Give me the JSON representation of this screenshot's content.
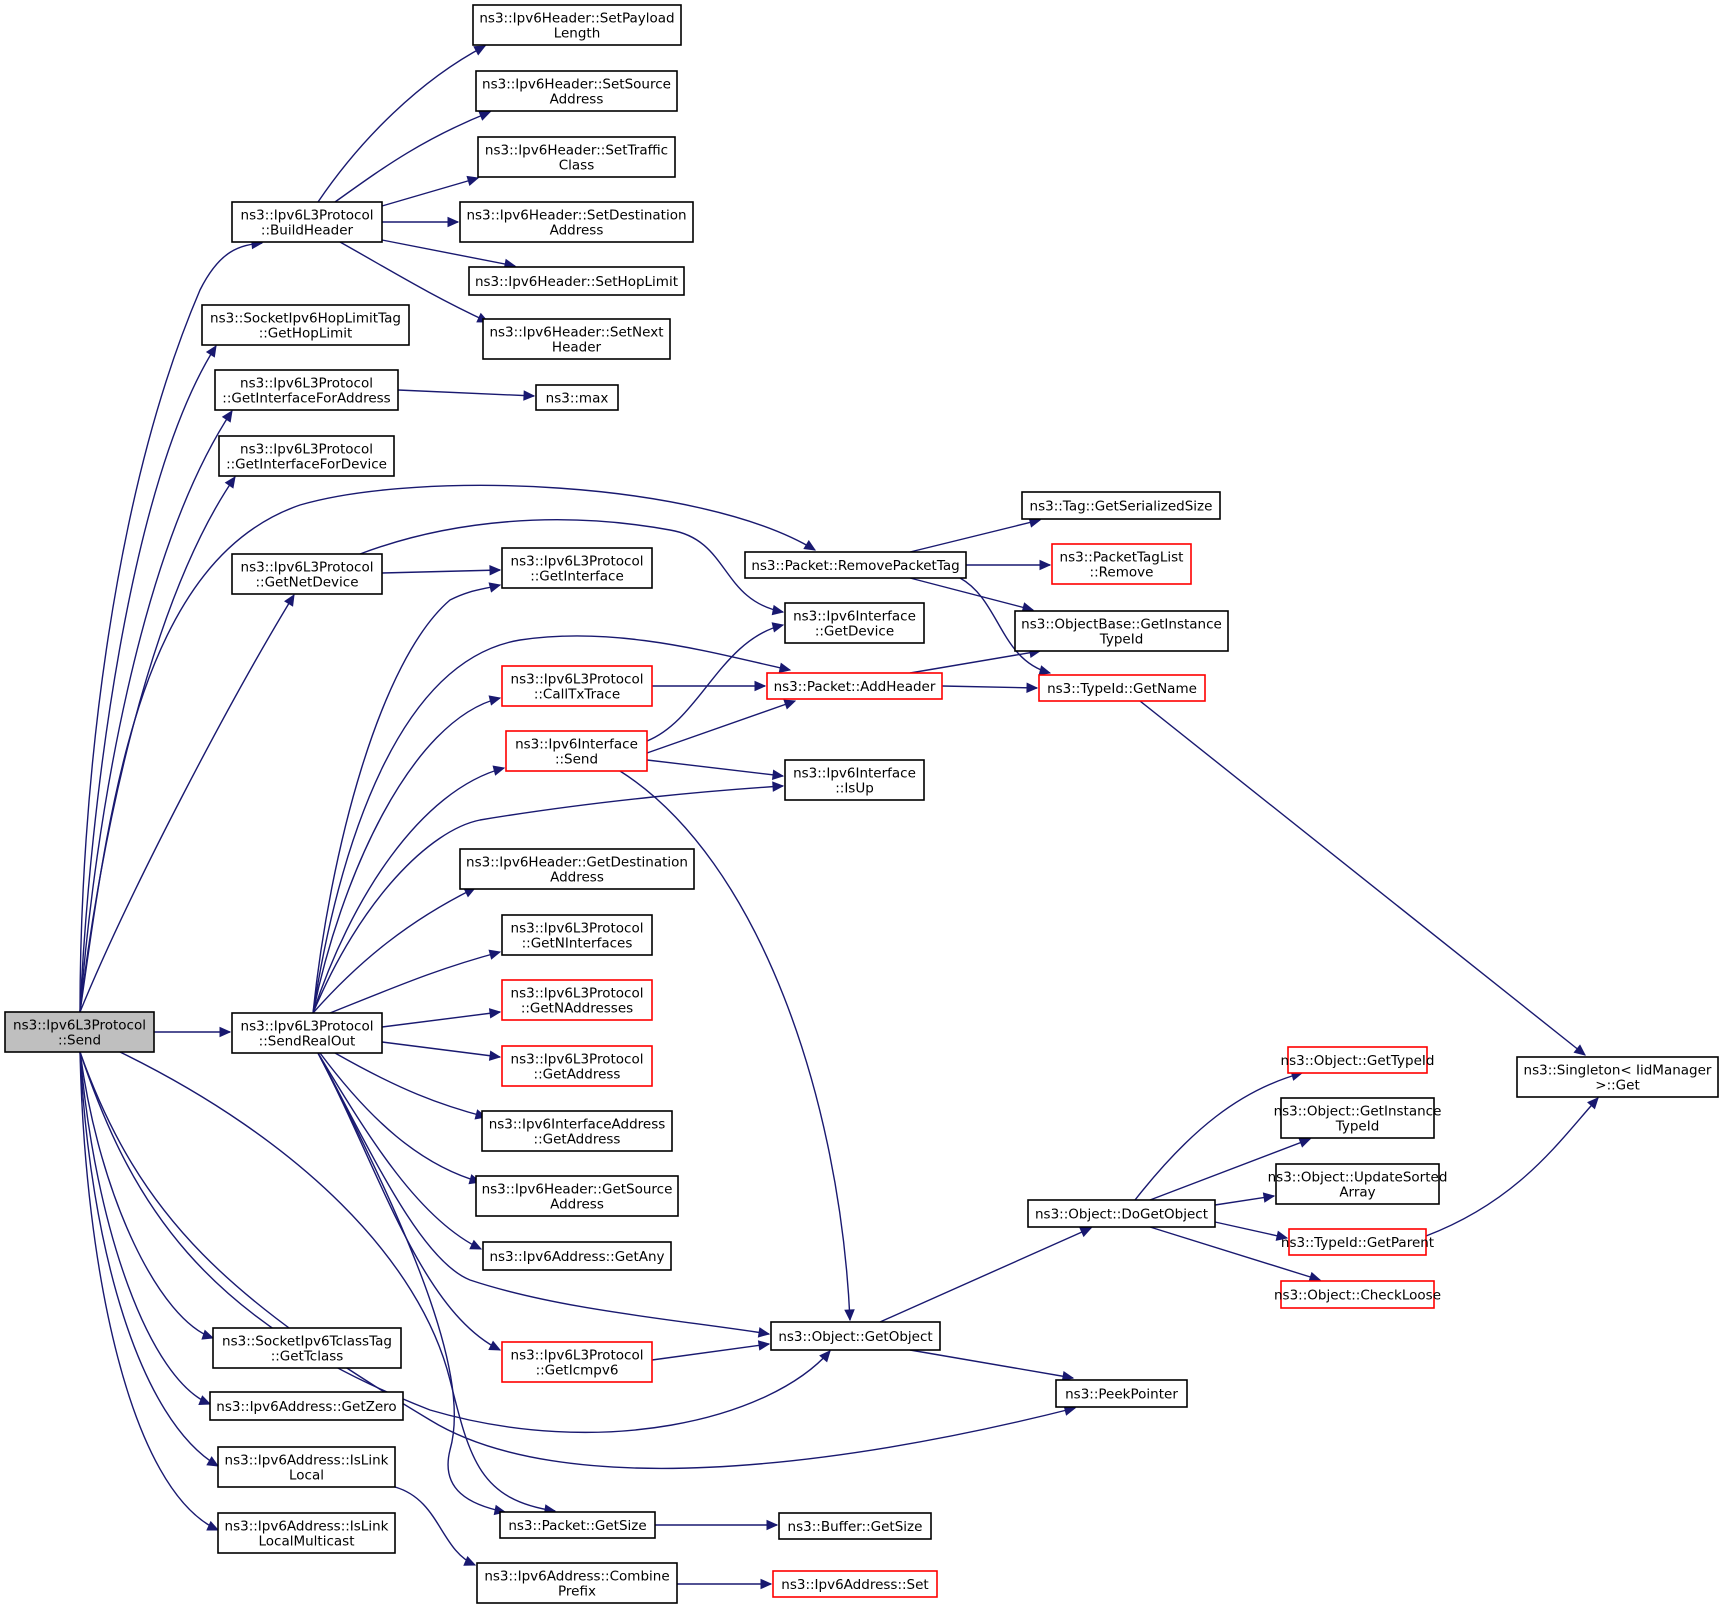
{
  "graph": {
    "nodes": {
      "send": {
        "lines": [
          "ns3::Ipv6L3Protocol",
          "::Send"
        ],
        "style": "root"
      },
      "buildHeader": {
        "lines": [
          "ns3::Ipv6L3Protocol",
          "::BuildHeader"
        ]
      },
      "getHopLimitTag": {
        "lines": [
          "ns3::SocketIpv6HopLimitTag",
          "::GetHopLimit"
        ]
      },
      "getIfForAddr": {
        "lines": [
          "ns3::Ipv6L3Protocol",
          "::GetInterfaceForAddress"
        ]
      },
      "getIfForDev": {
        "lines": [
          "ns3::Ipv6L3Protocol",
          "::GetInterfaceForDevice"
        ]
      },
      "getNetDevice": {
        "lines": [
          "ns3::Ipv6L3Protocol",
          "::GetNetDevice"
        ]
      },
      "sendRealOut": {
        "lines": [
          "ns3::Ipv6L3Protocol",
          "::SendRealOut"
        ]
      },
      "getTclass": {
        "lines": [
          "ns3::SocketIpv6TclassTag",
          "::GetTclass"
        ]
      },
      "getZero": {
        "lines": [
          "ns3::Ipv6Address::GetZero"
        ]
      },
      "isLinkLocal": {
        "lines": [
          "ns3::Ipv6Address::IsLink",
          "Local"
        ]
      },
      "isLinkLocalMc": {
        "lines": [
          "ns3::Ipv6Address::IsLink",
          "LocalMulticast"
        ]
      },
      "setPayloadLength": {
        "lines": [
          "ns3::Ipv6Header::SetPayload",
          "Length"
        ]
      },
      "setSourceAddress": {
        "lines": [
          "ns3::Ipv6Header::SetSource",
          "Address"
        ]
      },
      "setTrafficClass": {
        "lines": [
          "ns3::Ipv6Header::SetTraffic",
          "Class"
        ]
      },
      "setDestAddress": {
        "lines": [
          "ns3::Ipv6Header::SetDestination",
          "Address"
        ]
      },
      "setHopLimit": {
        "lines": [
          "ns3::Ipv6Header::SetHopLimit"
        ]
      },
      "setNextHeader": {
        "lines": [
          "ns3::Ipv6Header::SetNext",
          "Header"
        ]
      },
      "max": {
        "lines": [
          "ns3::max"
        ]
      },
      "getInterface": {
        "lines": [
          "ns3::Ipv6L3Protocol",
          "::GetInterface"
        ]
      },
      "callTxTrace": {
        "lines": [
          "ns3::Ipv6L3Protocol",
          "::CallTxTrace"
        ],
        "style": "red"
      },
      "ifSend": {
        "lines": [
          "ns3::Ipv6Interface",
          "::Send"
        ],
        "style": "red"
      },
      "getDestAddress": {
        "lines": [
          "ns3::Ipv6Header::GetDestination",
          "Address"
        ]
      },
      "getNInterfaces": {
        "lines": [
          "ns3::Ipv6L3Protocol",
          "::GetNInterfaces"
        ]
      },
      "getNAddresses": {
        "lines": [
          "ns3::Ipv6L3Protocol",
          "::GetNAddresses"
        ],
        "style": "red"
      },
      "l3GetAddress": {
        "lines": [
          "ns3::Ipv6L3Protocol",
          "::GetAddress"
        ],
        "style": "red"
      },
      "ifaGetAddress": {
        "lines": [
          "ns3::Ipv6InterfaceAddress",
          "::GetAddress"
        ]
      },
      "getSourceAddress": {
        "lines": [
          "ns3::Ipv6Header::GetSource",
          "Address"
        ]
      },
      "getAny": {
        "lines": [
          "ns3::Ipv6Address::GetAny"
        ]
      },
      "getIcmpv6": {
        "lines": [
          "ns3::Ipv6L3Protocol",
          "::GetIcmpv6"
        ],
        "style": "red"
      },
      "packetGetSize": {
        "lines": [
          "ns3::Packet::GetSize"
        ]
      },
      "combinePrefix": {
        "lines": [
          "ns3::Ipv6Address::Combine",
          "Prefix"
        ]
      },
      "removePacketTag": {
        "lines": [
          "ns3::Packet::RemovePacketTag"
        ]
      },
      "ifGetDevice": {
        "lines": [
          "ns3::Ipv6Interface",
          "::GetDevice"
        ]
      },
      "addHeader": {
        "lines": [
          "ns3::Packet::AddHeader"
        ],
        "style": "red"
      },
      "isUp": {
        "lines": [
          "ns3::Ipv6Interface",
          "::IsUp"
        ]
      },
      "getObject": {
        "lines": [
          "ns3::Object::GetObject"
        ]
      },
      "bufferGetSize": {
        "lines": [
          "ns3::Buffer::GetSize"
        ]
      },
      "addrSet": {
        "lines": [
          "ns3::Ipv6Address::Set"
        ],
        "style": "red"
      },
      "tagGetSerializedSize": {
        "lines": [
          "ns3::Tag::GetSerializedSize"
        ]
      },
      "tagListRemove": {
        "lines": [
          "ns3::PacketTagList",
          "::Remove"
        ],
        "style": "red"
      },
      "objectBaseGetInstanceTypeId": {
        "lines": [
          "ns3::ObjectBase::GetInstance",
          "TypeId"
        ]
      },
      "typeIdGetName": {
        "lines": [
          "ns3::TypeId::GetName"
        ],
        "style": "red"
      },
      "doGetObject": {
        "lines": [
          "ns3::Object::DoGetObject"
        ]
      },
      "peekPointer": {
        "lines": [
          "ns3::PeekPointer"
        ]
      },
      "objGetTypeId": {
        "lines": [
          "ns3::Object::GetTypeId"
        ],
        "style": "red"
      },
      "objGetInstanceTypeId": {
        "lines": [
          "ns3::Object::GetInstance",
          "TypeId"
        ]
      },
      "updateSortedArray": {
        "lines": [
          "ns3::Object::UpdateSorted",
          "Array"
        ]
      },
      "typeIdGetParent": {
        "lines": [
          "ns3::TypeId::GetParent"
        ],
        "style": "red"
      },
      "checkLoose": {
        "lines": [
          "ns3::Object::CheckLoose"
        ],
        "style": "red"
      },
      "singletonGet": {
        "lines": [
          "ns3::Singleton< IidManager",
          " >::Get"
        ]
      }
    },
    "edges": [
      [
        "send",
        "buildHeader"
      ],
      [
        "send",
        "getHopLimitTag"
      ],
      [
        "send",
        "getIfForAddr"
      ],
      [
        "send",
        "getIfForDev"
      ],
      [
        "send",
        "removePacketTag"
      ],
      [
        "send",
        "getNetDevice"
      ],
      [
        "send",
        "sendRealOut"
      ],
      [
        "send",
        "getObject"
      ],
      [
        "send",
        "packetGetSize"
      ],
      [
        "send",
        "peekPointer"
      ],
      [
        "send",
        "getTclass"
      ],
      [
        "send",
        "getZero"
      ],
      [
        "send",
        "isLinkLocal"
      ],
      [
        "send",
        "isLinkLocalMc"
      ],
      [
        "buildHeader",
        "setPayloadLength"
      ],
      [
        "buildHeader",
        "setSourceAddress"
      ],
      [
        "buildHeader",
        "setTrafficClass"
      ],
      [
        "buildHeader",
        "setDestAddress"
      ],
      [
        "buildHeader",
        "setHopLimit"
      ],
      [
        "buildHeader",
        "setNextHeader"
      ],
      [
        "getIfForAddr",
        "max"
      ],
      [
        "getNetDevice",
        "ifGetDevice"
      ],
      [
        "getNetDevice",
        "getInterface"
      ],
      [
        "sendRealOut",
        "getInterface"
      ],
      [
        "sendRealOut",
        "addHeader"
      ],
      [
        "sendRealOut",
        "callTxTrace"
      ],
      [
        "sendRealOut",
        "ifSend"
      ],
      [
        "sendRealOut",
        "isUp"
      ],
      [
        "sendRealOut",
        "getDestAddress"
      ],
      [
        "sendRealOut",
        "getNInterfaces"
      ],
      [
        "sendRealOut",
        "getNAddresses"
      ],
      [
        "sendRealOut",
        "l3GetAddress"
      ],
      [
        "sendRealOut",
        "ifaGetAddress"
      ],
      [
        "sendRealOut",
        "getSourceAddress"
      ],
      [
        "sendRealOut",
        "getAny"
      ],
      [
        "sendRealOut",
        "getObject"
      ],
      [
        "sendRealOut",
        "getIcmpv6"
      ],
      [
        "sendRealOut",
        "packetGetSize"
      ],
      [
        "isLinkLocal",
        "combinePrefix"
      ],
      [
        "callTxTrace",
        "addHeader"
      ],
      [
        "ifSend",
        "ifGetDevice"
      ],
      [
        "ifSend",
        "addHeader"
      ],
      [
        "ifSend",
        "isUp"
      ],
      [
        "ifSend",
        "getObject"
      ],
      [
        "getIcmpv6",
        "getObject"
      ],
      [
        "packetGetSize",
        "bufferGetSize"
      ],
      [
        "combinePrefix",
        "addrSet"
      ],
      [
        "removePacketTag",
        "tagGetSerializedSize"
      ],
      [
        "removePacketTag",
        "tagListRemove"
      ],
      [
        "removePacketTag",
        "objectBaseGetInstanceTypeId"
      ],
      [
        "removePacketTag",
        "typeIdGetName"
      ],
      [
        "addHeader",
        "objectBaseGetInstanceTypeId"
      ],
      [
        "addHeader",
        "typeIdGetName"
      ],
      [
        "typeIdGetName",
        "singletonGet"
      ],
      [
        "getObject",
        "doGetObject"
      ],
      [
        "getObject",
        "peekPointer"
      ],
      [
        "doGetObject",
        "objGetTypeId"
      ],
      [
        "doGetObject",
        "objGetInstanceTypeId"
      ],
      [
        "doGetObject",
        "updateSortedArray"
      ],
      [
        "doGetObject",
        "typeIdGetParent"
      ],
      [
        "doGetObject",
        "checkLoose"
      ],
      [
        "typeIdGetParent",
        "singletonGet"
      ]
    ]
  }
}
